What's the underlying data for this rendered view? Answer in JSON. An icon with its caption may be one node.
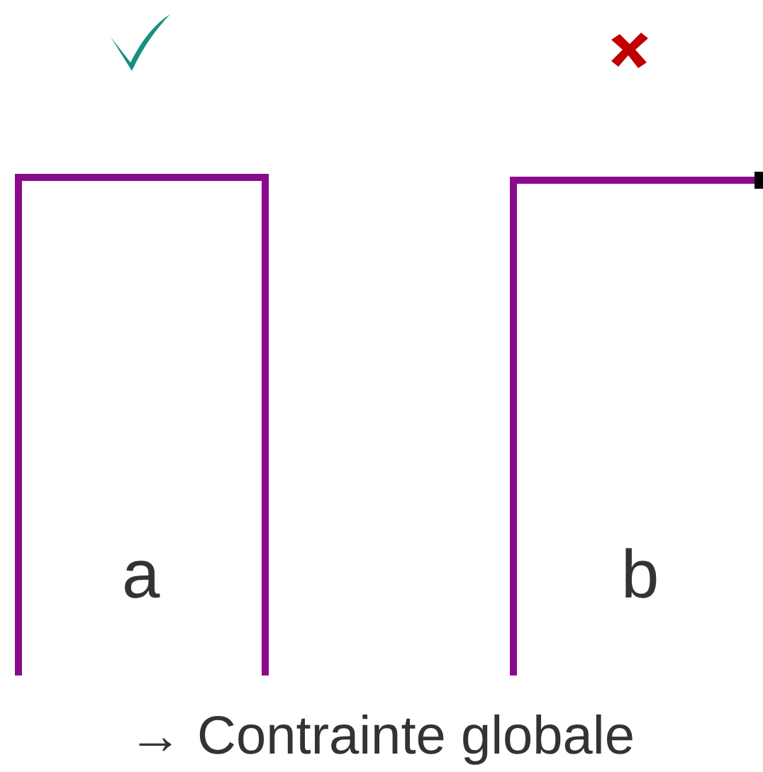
{
  "diagram": {
    "caption": "→ Contrainte globale",
    "labels": [
      "a",
      "b"
    ]
  }
}
